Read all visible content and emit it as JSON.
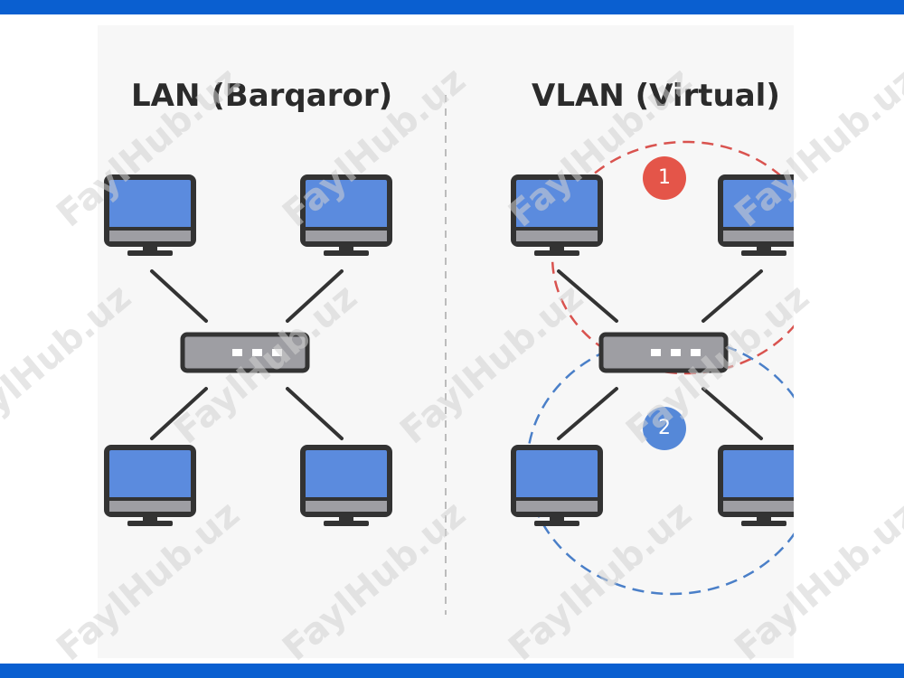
{
  "lan": {
    "title": "LAN (Barqaror)"
  },
  "vlan": {
    "title": "VLAN (Virtual)",
    "group_1_label": "1",
    "group_2_label": "2"
  },
  "watermark": "FaylHub.uz",
  "colors": {
    "frame_bar": "#0a5fd0",
    "screen": "#5b8bde",
    "outline": "#333333",
    "switch": "#9e9ea3",
    "vlan_1": "#d9534f",
    "vlan_2": "#4a7fc8"
  }
}
